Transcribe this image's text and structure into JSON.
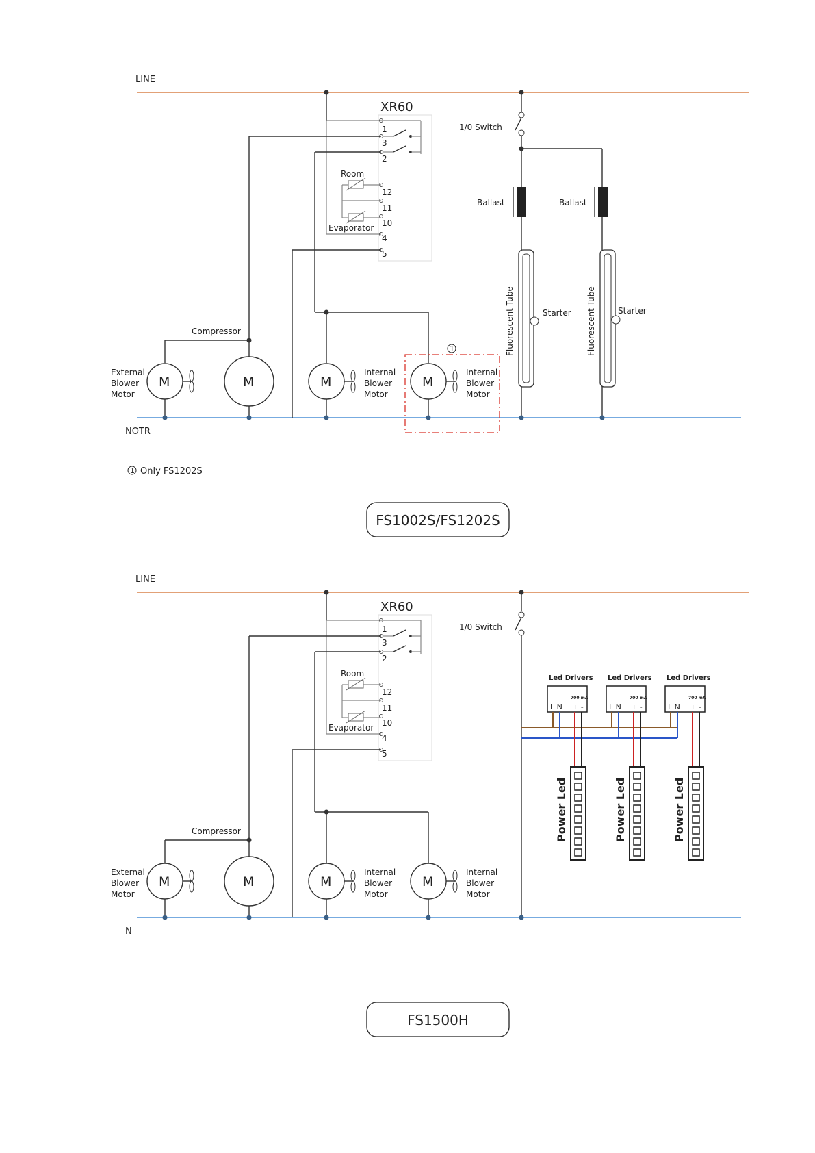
{
  "top": {
    "line_label": "LINE",
    "neutral_label": "NOTR",
    "controller": "XR60",
    "terminals": [
      "1",
      "3",
      "2",
      "12",
      "11",
      "10",
      "4",
      "5"
    ],
    "room_label": "Room",
    "evaporator_label": "Evaporator",
    "switch_label": "1/0 Switch",
    "ballast_label": "Ballast",
    "starter_label": "Starter",
    "tube_label": "Fluorescent Tube",
    "compressor_label": "Compressor",
    "motor_letter": "M",
    "ext_motor": [
      "External",
      "Blower",
      "Motor"
    ],
    "int_motor": [
      "Internal",
      "Blower",
      "Motor"
    ],
    "marker": "1",
    "note": "Only FS1202S",
    "title": "FS1002S/FS1202S"
  },
  "bottom": {
    "line_label": "LINE",
    "neutral_label": "N",
    "controller": "XR60",
    "terminals": [
      "1",
      "3",
      "2",
      "12",
      "11",
      "10",
      "4",
      "5"
    ],
    "room_label": "Room",
    "evaporator_label": "Evaporator",
    "switch_label": "1/0 Switch",
    "driver_label": "Led Drivers",
    "driver_current": "700 mA",
    "driver_ln": "L N",
    "driver_pm": "+ -",
    "power_led": "Power  Led",
    "compressor_label": "Compressor",
    "motor_letter": "M",
    "ext_motor": [
      "External",
      "Blower",
      "Motor"
    ],
    "int_motor": [
      "Internal",
      "Blower",
      "Motor"
    ],
    "title": "FS1500H"
  },
  "colors": {
    "line": "#d8824a",
    "neutral": "#4a8fd6",
    "highlight_box": "#d9342b",
    "led_red": "#cc2222",
    "led_blue": "#2a56c8",
    "led_brown": "#8a5a2a"
  }
}
